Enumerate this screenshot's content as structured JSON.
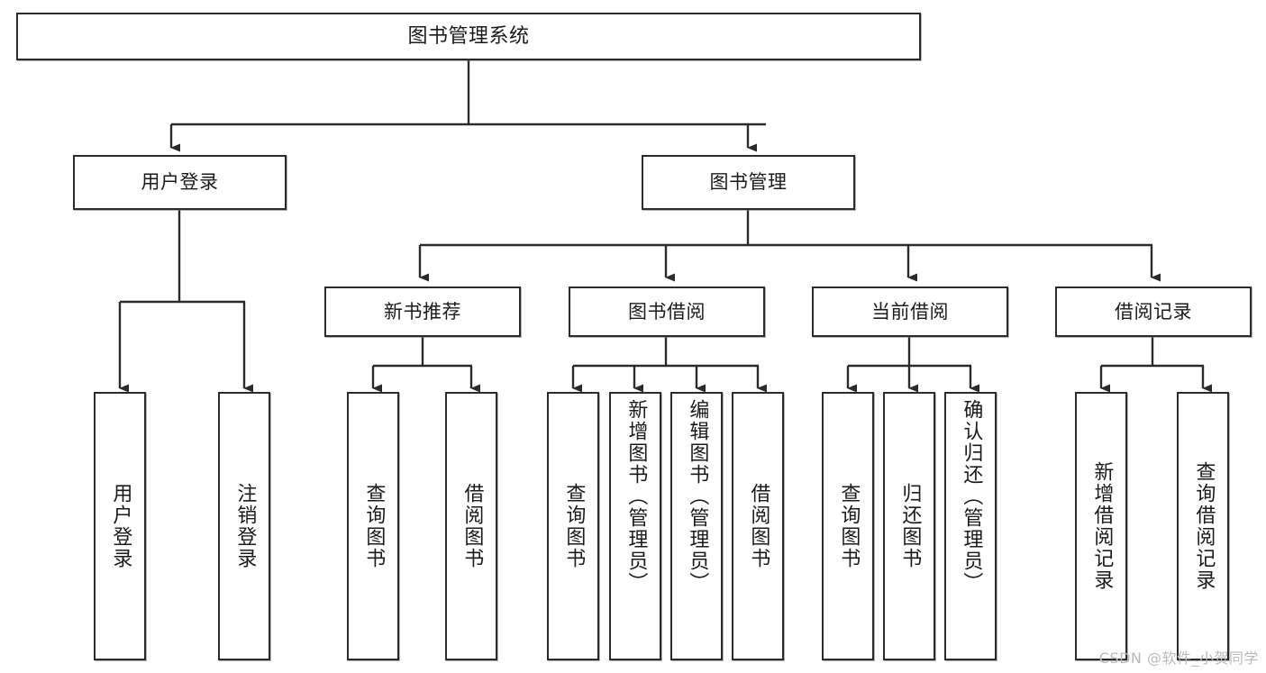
{
  "diagram": {
    "title": "图书管理系统",
    "type": "tree-hierarchy",
    "watermark": "CSDN @软件_小贺同学",
    "colors": {
      "background": "#ffffff",
      "box_border": "#2b2b2b",
      "box_fill": "#ffffff",
      "connector": "#2b2b2b",
      "text": "#1b1b1b",
      "watermark": "#b9b9b9"
    },
    "nodes": {
      "root": {
        "label": "图书管理系统"
      },
      "level2": [
        {
          "id": "user-login",
          "label": "用户登录"
        },
        {
          "id": "book-management",
          "label": "图书管理"
        }
      ],
      "level3": [
        {
          "id": "new-book-recommend",
          "label": "新书推荐"
        },
        {
          "id": "book-borrow",
          "label": "图书借阅"
        },
        {
          "id": "current-borrow",
          "label": "当前借阅"
        },
        {
          "id": "borrow-record",
          "label": "借阅记录"
        }
      ],
      "leaves": {
        "user_login": [
          {
            "id": "leaf-user-login",
            "label": "用户登录"
          },
          {
            "id": "leaf-logout-login",
            "label": "注销登录"
          }
        ],
        "new_book_recommend": [
          {
            "id": "leaf-query-book-1",
            "label": "查询图书"
          },
          {
            "id": "leaf-borrow-book-1",
            "label": "借阅图书"
          }
        ],
        "book_borrow": [
          {
            "id": "leaf-query-book-2",
            "label": "查询图书"
          },
          {
            "id": "leaf-add-book-admin",
            "label": "新增图书（管理员）"
          },
          {
            "id": "leaf-edit-book-admin",
            "label": "编辑图书（管理员）"
          },
          {
            "id": "leaf-borrow-book-2",
            "label": "借阅图书"
          }
        ],
        "current_borrow": [
          {
            "id": "leaf-query-book-3",
            "label": "查询图书"
          },
          {
            "id": "leaf-return-book",
            "label": "归还图书"
          },
          {
            "id": "leaf-confirm-return-admin",
            "label": "确认归还（管理员）"
          }
        ],
        "borrow_record": [
          {
            "id": "leaf-add-borrow-record",
            "label": "新增借阅记录"
          },
          {
            "id": "leaf-query-borrow-record",
            "label": "查询借阅记录"
          }
        ]
      }
    }
  }
}
